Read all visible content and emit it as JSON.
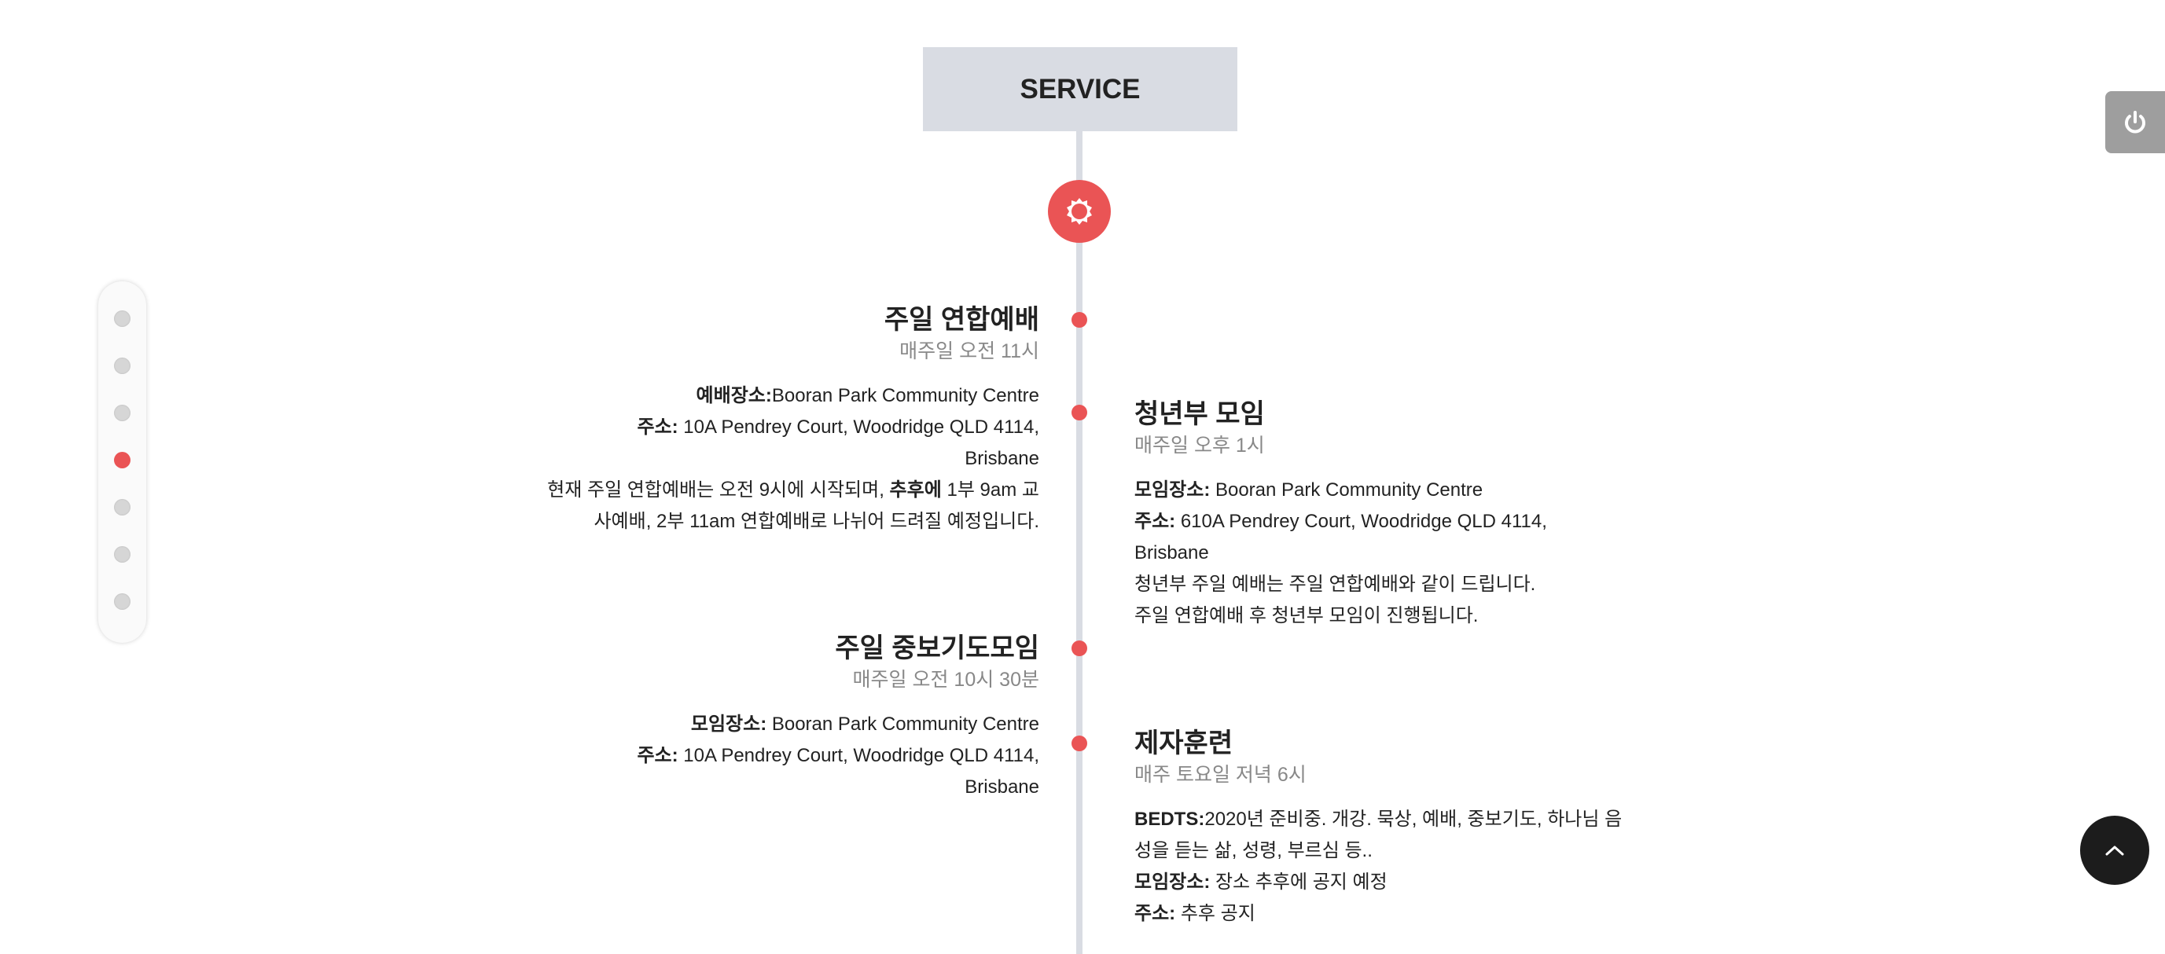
{
  "header": {
    "title": "SERVICE"
  },
  "colors": {
    "accent": "#ea5455",
    "line": "#d9dce3",
    "header_bg": "#d9dce3"
  },
  "icons": {
    "timeline_top": "gear-icon",
    "power": "power-icon",
    "scroll_top": "chevron-up-icon"
  },
  "nav": {
    "dots": 7,
    "active_index": 3
  },
  "items": [
    {
      "title": "주일 연합예배",
      "time": "매주일 오전 11시",
      "l1_label": "예배장소:",
      "l1_text": "Booran Park Community Centre",
      "l2_label": "주소:",
      "l2_text": " 10A Pendrey Court, Woodridge QLD 4114, Brisbane",
      "l3_a": "현재 주일 연합예배는 오전 9시에 시작되며, ",
      "l3_bold": "추후에",
      "l3_b": " 1부 9am 교사예배, 2부 11am 연합예배로 나뉘어 드려질 예정입니다."
    },
    {
      "title": "청년부 모임",
      "time": "매주일 오후 1시",
      "l1_label": "모임장소:",
      "l1_text": " Booran Park Community Centre",
      "l2_label": "주소:",
      "l2_text": " 610A Pendrey Court, Woodridge QLD 4114, Brisbane",
      "l3": "청년부 주일 예배는 주일 연합예배와 같이 드립니다.",
      "l4": "주일 연합예배 후 청년부 모임이 진행됩니다."
    },
    {
      "title": "주일 중보기도모임",
      "time": "매주일 오전 10시 30분",
      "l1_label": "모임장소:",
      "l1_text": " Booran Park Community Centre",
      "l2_label": "주소:",
      "l2_text": " 10A Pendrey Court, Woodridge QLD 4114, Brisbane"
    },
    {
      "title": "제자훈련",
      "time": "매주 토요일 저녁 6시",
      "l1_label": "BEDTS:",
      "l1_text": "2020년 준비중. 개강. 묵상, 예배, 중보기도, 하나님 음성을 듣는 삶, 성령, 부르심 등..",
      "l2_label": "모임장소:",
      "l2_text": " 장소 추후에 공지 예정",
      "l3_label": "주소:",
      "l3_text": " 추후 공지"
    }
  ]
}
